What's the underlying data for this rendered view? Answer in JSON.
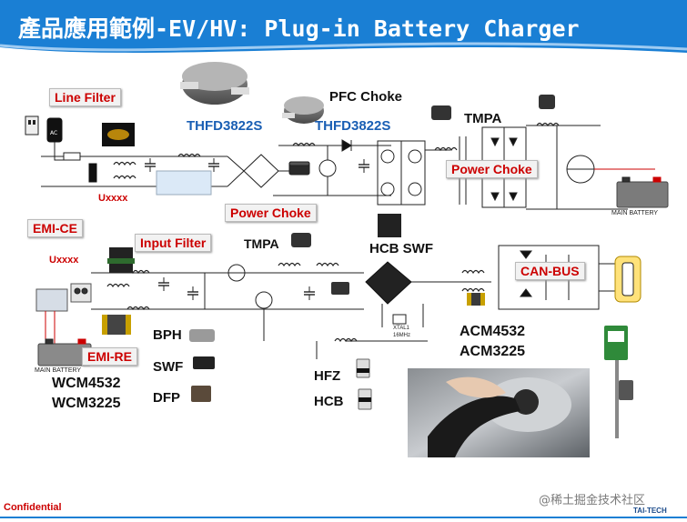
{
  "slide": {
    "title": "產品應用範例-EV/HV: Plug-in Battery Charger",
    "footer_left": "Confidential",
    "watermark": "@稀土掘金技术社区",
    "logo_text": "TAI-TECH"
  },
  "colors": {
    "header_blue": "#1a7fd4",
    "label_red": "#cc0000",
    "label_blue": "#1a5fb4",
    "label_black": "#111111",
    "box_fill": "#f2f2f2"
  },
  "callouts_red": [
    {
      "id": "line-filter",
      "text": "Line Filter"
    },
    {
      "id": "emi-ce",
      "text": "EMI-CE"
    },
    {
      "id": "input-filter",
      "text": "Input Filter"
    },
    {
      "id": "power-choke-left",
      "text": "Power Choke"
    },
    {
      "id": "power-choke-right",
      "text": "Power Choke"
    },
    {
      "id": "can-bus",
      "text": "CAN-BUS"
    },
    {
      "id": "emi-re",
      "text": "EMI-RE"
    }
  ],
  "small_red_labels": [
    {
      "id": "unknown-1",
      "text": "Uxxxx"
    },
    {
      "id": "unknown-2",
      "text": "Uxxxx"
    }
  ],
  "part_labels_blue": [
    {
      "id": "thfd-left",
      "text": "THFD3822S"
    },
    {
      "id": "thfd-right",
      "text": "THFD3822S"
    }
  ],
  "part_labels_black": [
    {
      "id": "pfc-choke",
      "text": "PFC Choke"
    },
    {
      "id": "tmpa-top",
      "text": "TMPA"
    },
    {
      "id": "tmpa-mid",
      "text": "TMPA"
    },
    {
      "id": "hcb-swf",
      "text": "HCB SWF"
    },
    {
      "id": "acm4532",
      "text": "ACM4532"
    },
    {
      "id": "acm3225",
      "text": "ACM3225"
    },
    {
      "id": "bph",
      "text": "BPH"
    },
    {
      "id": "swf",
      "text": "SWF"
    },
    {
      "id": "dfp",
      "text": "DFP"
    },
    {
      "id": "hfz",
      "text": "HFZ"
    },
    {
      "id": "hcb",
      "text": "HCB"
    },
    {
      "id": "wcm4532",
      "text": "WCM4532"
    },
    {
      "id": "wcm3225",
      "text": "WCM3225"
    }
  ],
  "small_labels": [
    {
      "id": "main-battery-top",
      "text": "MAIN BATTERY"
    },
    {
      "id": "main-battery-bottom",
      "text": "MAIN BATTERY"
    },
    {
      "id": "xtal",
      "text": "XTAL1"
    },
    {
      "id": "xtal-freq",
      "text": "16MHz"
    }
  ]
}
